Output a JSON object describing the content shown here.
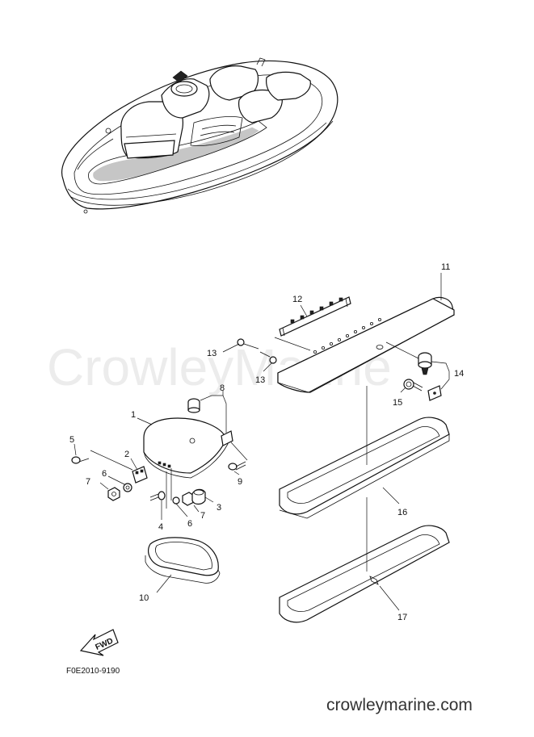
{
  "watermark": "CrowleyMarine",
  "diagram_code": "F0E2010-9190",
  "website": "crowleymarine.com",
  "fwd_label": "FWD",
  "callouts": {
    "c1": "1",
    "c2": "2",
    "c3": "3",
    "c4": "4",
    "c5": "5",
    "c6a": "6",
    "c6b": "6",
    "c7a": "7",
    "c7b": "7",
    "c8": "8",
    "c9": "9",
    "c10": "10",
    "c11": "11",
    "c12": "12",
    "c13a": "13",
    "c13b": "13",
    "c14": "14",
    "c15": "15",
    "c16": "16",
    "c17": "17"
  }
}
